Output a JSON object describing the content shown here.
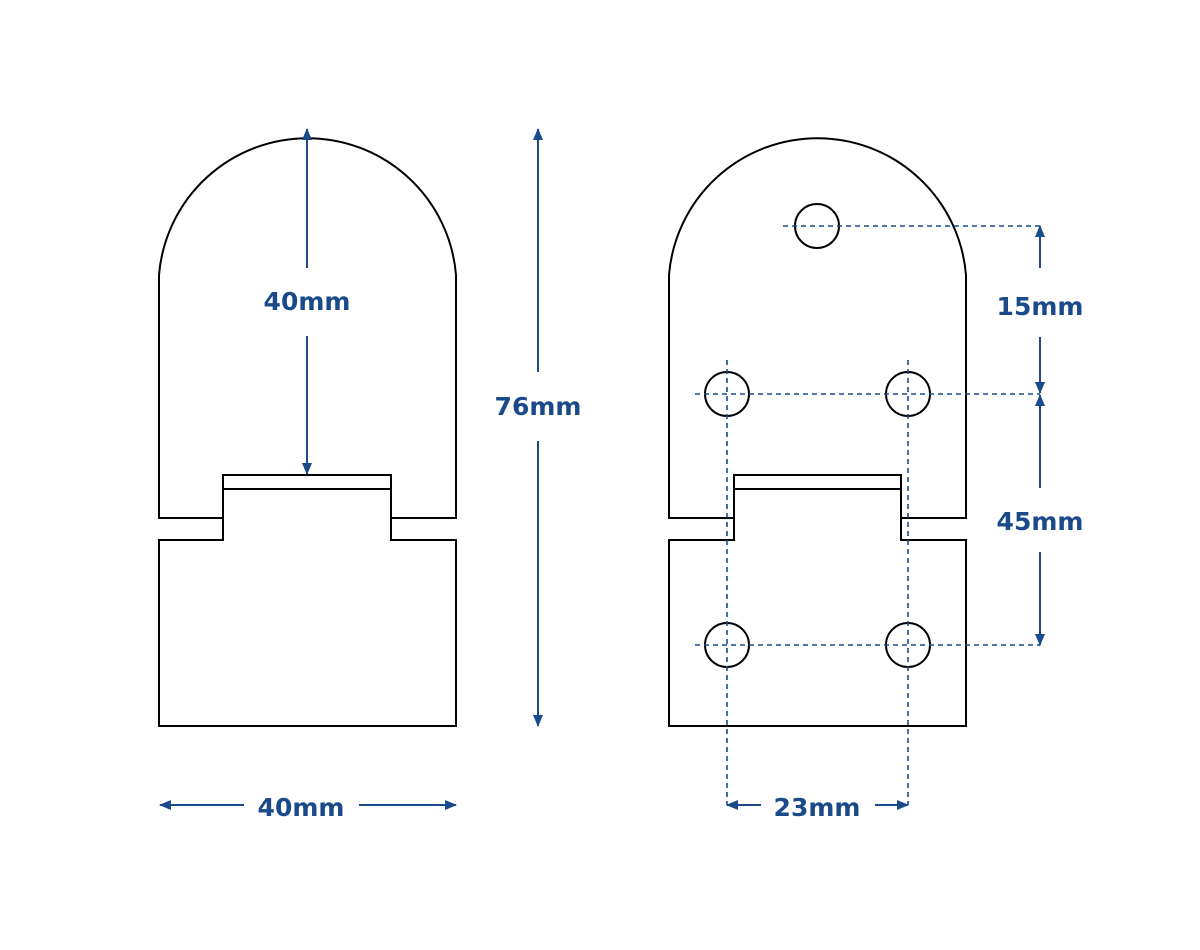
{
  "colors": {
    "dimension": "#1a4a8a",
    "outline": "#000000",
    "background": "#ffffff"
  },
  "left_view": {
    "dim_arc_height": "40mm",
    "dim_total_height": "76mm",
    "dim_width": "40mm"
  },
  "right_view": {
    "dim_top_hole_spacing": "15mm",
    "dim_vertical_hole_spacing": "45mm",
    "dim_horizontal_hole_spacing": "23mm"
  }
}
